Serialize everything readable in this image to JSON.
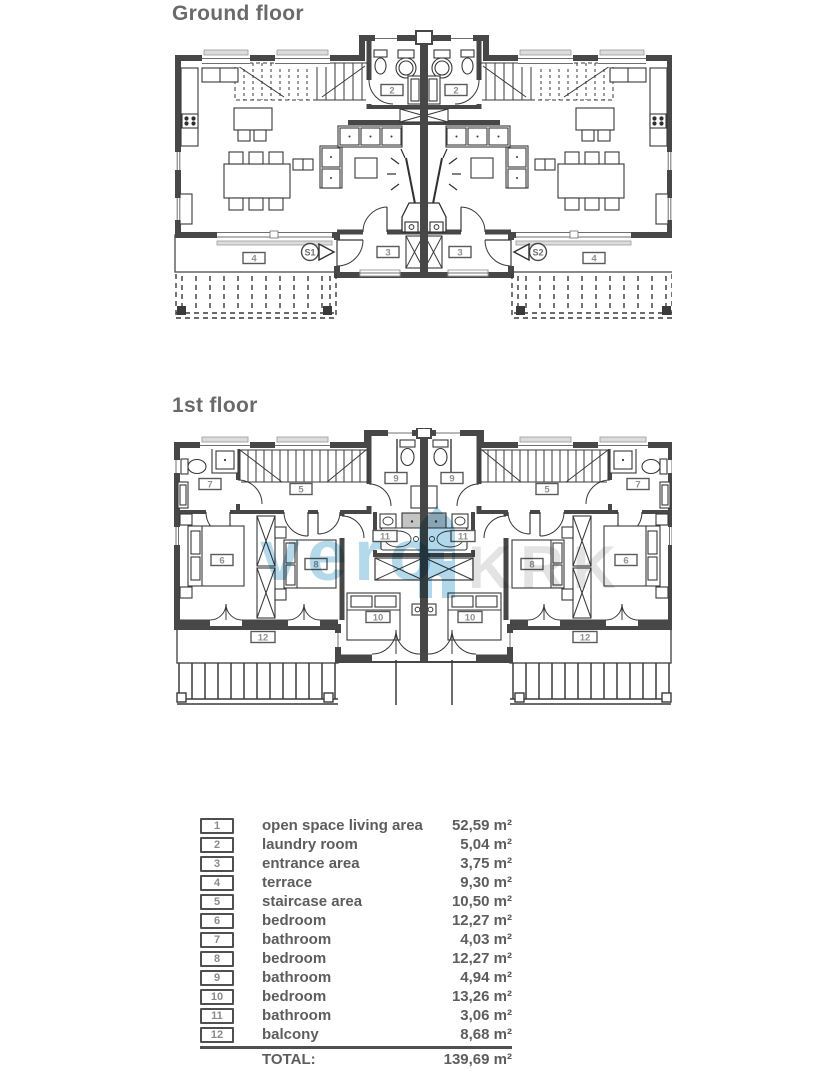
{
  "ground_floor": {
    "title": "Ground floor",
    "markers": {
      "left": "S1",
      "right": "S2"
    }
  },
  "first_floor": {
    "title": "1st floor"
  },
  "plan_labels": {
    "r2": "2",
    "r3": "3",
    "r4": "4",
    "r5": "5",
    "r6": "6",
    "r7": "7",
    "r8": "8",
    "r9": "9",
    "r10": "10",
    "r11": "11",
    "r12": "12"
  },
  "watermark": {
    "brand": "vero",
    "brand_suffix": "KRK",
    "accent_blue": "#a7d3e8",
    "light_gray": "#e3e3e3"
  },
  "legend": {
    "rows": [
      {
        "num": "1",
        "label": "open space living area",
        "area": "52,59 m²"
      },
      {
        "num": "2",
        "label": "laundry room",
        "area": "5,04 m²"
      },
      {
        "num": "3",
        "label": "entrance area",
        "area": "3,75 m²"
      },
      {
        "num": "4",
        "label": "terrace",
        "area": "9,30 m²"
      },
      {
        "num": "5",
        "label": "staircase area",
        "area": "10,50 m²"
      },
      {
        "num": "6",
        "label": "bedroom",
        "area": "12,27 m²"
      },
      {
        "num": "7",
        "label": "bathroom",
        "area": "4,03 m²"
      },
      {
        "num": "8",
        "label": "bedroom",
        "area": "12,27 m²"
      },
      {
        "num": "9",
        "label": "bathroom",
        "area": "4,94 m²"
      },
      {
        "num": "10",
        "label": "bedroom",
        "area": "13,26 m²"
      },
      {
        "num": "11",
        "label": "bathroom",
        "area": "3,06 m²"
      },
      {
        "num": "12",
        "label": "balcony",
        "area": "8,68 m²"
      }
    ],
    "total_label": "TOTAL:",
    "total_area": "139,69 m²"
  }
}
